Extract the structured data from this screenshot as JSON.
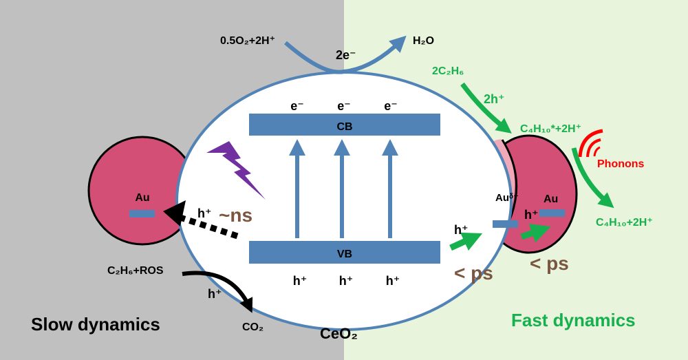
{
  "colors": {
    "slow_bg": "#c0c0c0",
    "fast_bg": "#e8f4dc",
    "blue": "#5183b6",
    "au": "#d44f76",
    "au_delta": "#f0a9b9",
    "green": "#16b04e",
    "brown": "#7a5640",
    "purple": "#7030a0",
    "red": "#ff0000"
  },
  "labels": {
    "o2_reactant": "0.5O₂+2H⁺",
    "h2o": "H₂O",
    "two_e": "2e⁻",
    "electrons": [
      "e⁻",
      "e⁻",
      "e⁻"
    ],
    "holes": [
      "h⁺",
      "h⁺",
      "h⁺"
    ],
    "cb": "CB",
    "vb": "VB",
    "ceo2": "CeO₂",
    "au_left": "Au",
    "h_left": "h⁺",
    "ns": "~ns",
    "c2h6_ros": "C₂H₆+ROS",
    "h_ros": "h⁺",
    "co2": "CO₂",
    "slow": "Slow dynamics",
    "fast": "Fast dynamics",
    "two_c2h6": "2C₂H₆",
    "two_h": "2h⁺",
    "c4h10_star": "C₄H₁₀*+2H⁺",
    "phonons": "Phonons",
    "c4h10": "C₄H₁₀+2H⁺",
    "au_delta": "Auᵟ⁺",
    "au_right": "Au",
    "h_interface": "h⁺",
    "h_inner": "h⁺",
    "ps_1": "< ps",
    "ps_2": "< ps"
  }
}
